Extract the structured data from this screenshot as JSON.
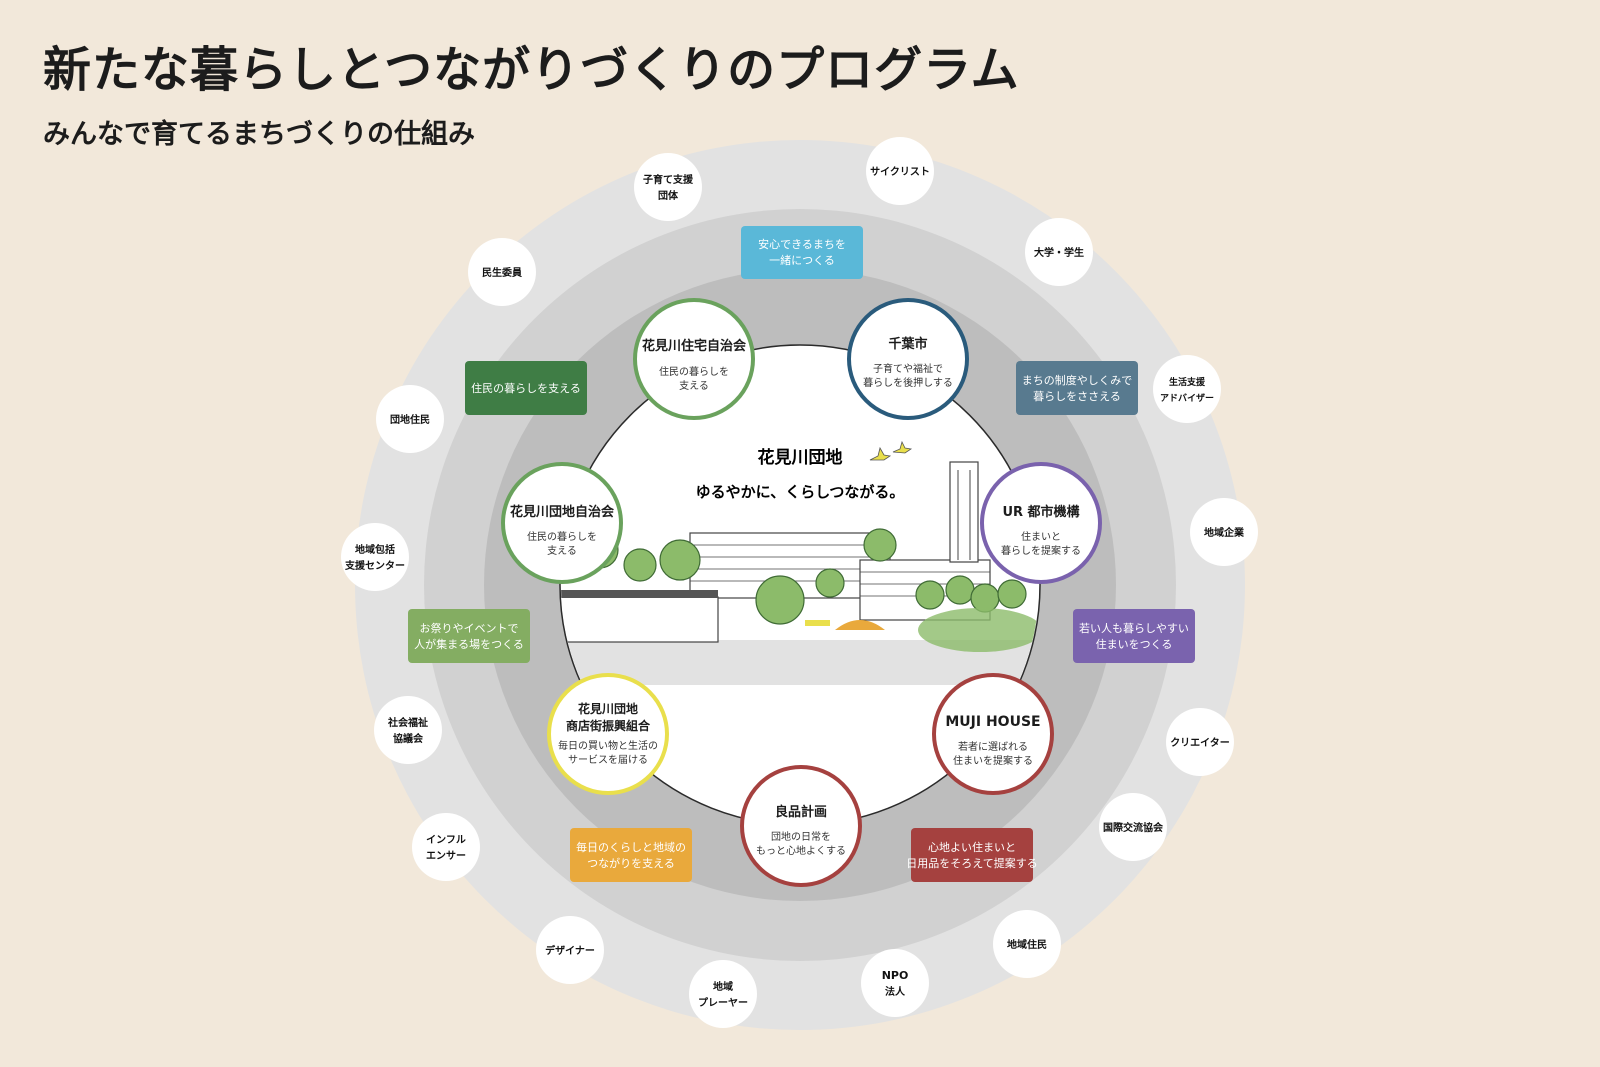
{
  "header": {
    "title": "新たな暮らしとつながりづくりのプログラム",
    "subtitle": "みんなで育てるまちづくりの仕組み"
  },
  "center": {
    "title": "花見川団地",
    "tagline": "ゆるやかに、くらしつながる。"
  },
  "actors": [
    {
      "key": "hanamigawa_jutaku_jichikai",
      "name": "花見川住宅自治会",
      "desc": [
        "住民の暮らしを",
        "支える"
      ],
      "color": "#6aa25d"
    },
    {
      "key": "chiba_city",
      "name": "千葉市",
      "desc": [
        "子育てや福祉で",
        "暮らしを後押しする"
      ],
      "color": "#2a5b7c"
    },
    {
      "key": "ur",
      "name": "UR 都市機構",
      "desc": [
        "住まいと",
        "暮らしを提案する"
      ],
      "color": "#7a62ad"
    },
    {
      "key": "muji_house",
      "name": "MUJI HOUSE",
      "desc": [
        "若者に選ばれる",
        "住まいを提案する"
      ],
      "color": "#a5413f"
    },
    {
      "key": "ryohin_keikaku",
      "name": "良品計画",
      "desc": [
        "団地の日常を",
        "もっと心地よくする"
      ],
      "color": "#a5413f"
    },
    {
      "key": "shotengai",
      "name": [
        "花見川団地",
        "商店街振興組合"
      ],
      "desc": [
        "毎日の買い物と生活の",
        "サービスを届ける"
      ],
      "color": "#e9df4c"
    },
    {
      "key": "danchi_jichikai",
      "name": "花見川団地自治会",
      "desc": [
        "住民の暮らしを",
        "支える"
      ],
      "color": "#6aa25d"
    }
  ],
  "tags": [
    {
      "key": "anshin",
      "lines": [
        "安心できるまちを",
        "一緒につくる"
      ],
      "color": "#5ab8d8"
    },
    {
      "key": "jumin",
      "lines": [
        "住民の暮らしを支える"
      ],
      "color": "#3f7d45"
    },
    {
      "key": "seido",
      "lines": [
        "まちの制度やしくみで",
        "暮らしをささえる"
      ],
      "color": "#587a8f"
    },
    {
      "key": "omatsuri",
      "lines": [
        "お祭りやイベントで",
        "人が集まる場をつくる"
      ],
      "color": "#84ad62"
    },
    {
      "key": "wakai",
      "lines": [
        "若い人も暮らしやすい",
        "住まいをつくる"
      ],
      "color": "#7a63ae"
    },
    {
      "key": "mainichi",
      "lines": [
        "毎日のくらしと地域の",
        "つながりを支える"
      ],
      "color": "#e9a93c"
    },
    {
      "key": "kokochi",
      "lines": [
        "心地よい住まいと",
        "日用品をそろえて提案する"
      ],
      "color": "#a5413f"
    }
  ],
  "participants": [
    {
      "key": "kosodate",
      "lines": [
        "子育て支援",
        "団体"
      ]
    },
    {
      "key": "cyclist",
      "lines": [
        "サイクリスト"
      ]
    },
    {
      "key": "daigaku",
      "lines": [
        "大学・学生"
      ]
    },
    {
      "key": "seikatsu",
      "lines": [
        "生活支援",
        "アドバイザー"
      ]
    },
    {
      "key": "chiiki_kigyo",
      "lines": [
        "地域企業"
      ]
    },
    {
      "key": "creator",
      "lines": [
        "クリエイター"
      ]
    },
    {
      "key": "kokusai",
      "lines": [
        "国際交流協会"
      ]
    },
    {
      "key": "chiiki_jumin",
      "lines": [
        "地域住民"
      ]
    },
    {
      "key": "npo",
      "lines": [
        "NPO",
        "法人"
      ]
    },
    {
      "key": "chiiki_player",
      "lines": [
        "地域",
        "プレーヤー"
      ]
    },
    {
      "key": "designer",
      "lines": [
        "デザイナー"
      ]
    },
    {
      "key": "influencer",
      "lines": [
        "インフル",
        "エンサー"
      ]
    },
    {
      "key": "shakai",
      "lines": [
        "社会福祉",
        "協議会"
      ]
    },
    {
      "key": "chiiki_hokatsu",
      "lines": [
        "地域包括",
        "支援センター"
      ]
    },
    {
      "key": "danchi_jumin",
      "lines": [
        "団地住民"
      ]
    },
    {
      "key": "minsei",
      "lines": [
        "民生委員"
      ]
    }
  ]
}
